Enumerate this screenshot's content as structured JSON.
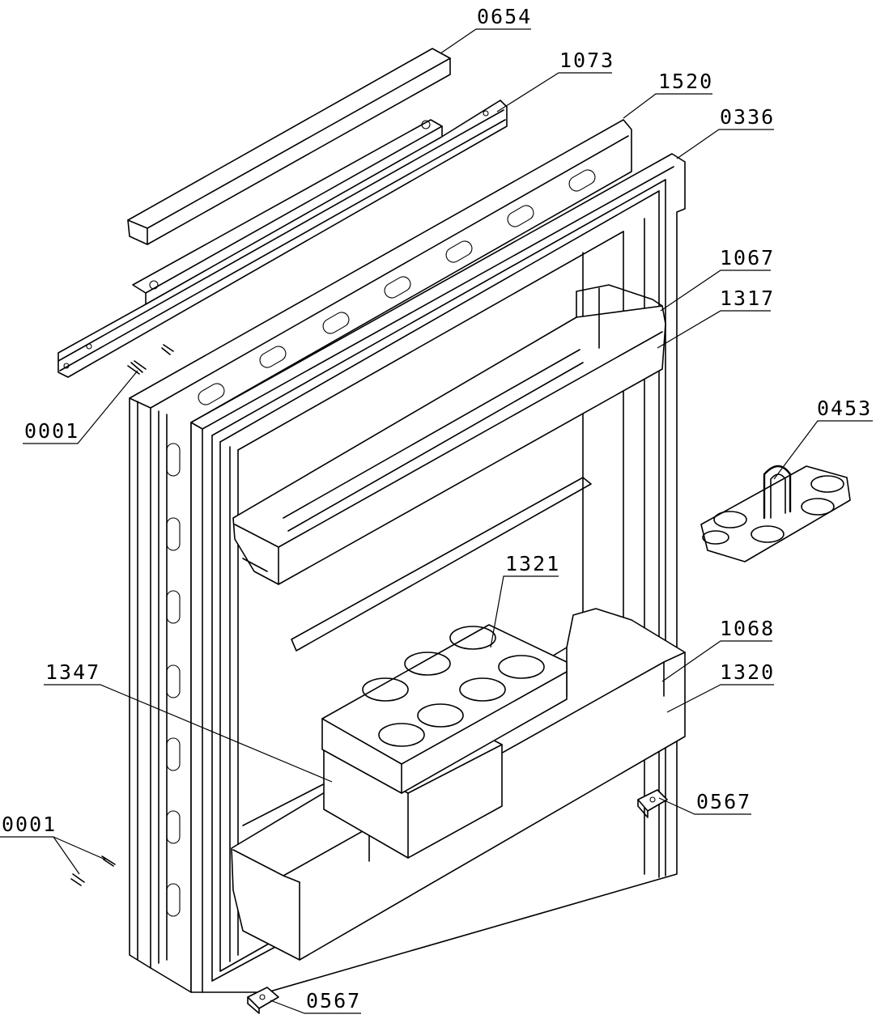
{
  "diagram": {
    "parts": {
      "p0654": "0654",
      "p1073": "1073",
      "p1520": "1520",
      "p0336": "0336",
      "p1067": "1067",
      "p1317": "1317",
      "p0001_top": "0001",
      "p0453": "0453",
      "p1321": "1321",
      "p1068": "1068",
      "p1347": "1347",
      "p1320": "1320",
      "p0567_right": "0567",
      "p0001_bottom": "0001",
      "p0567_bottom": "0567"
    }
  }
}
